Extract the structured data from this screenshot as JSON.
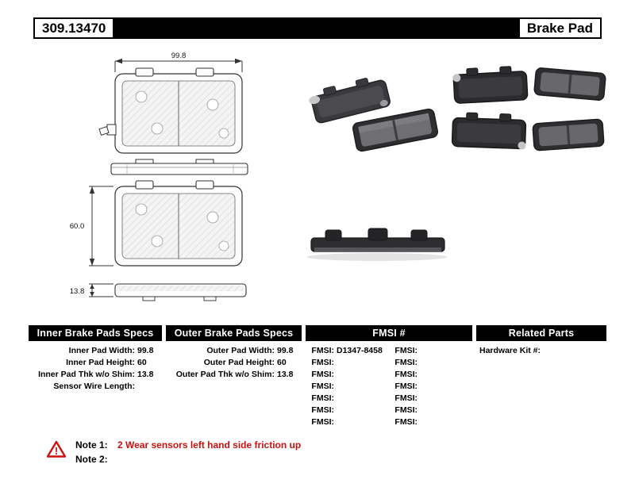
{
  "header": {
    "part_number": "309.13470",
    "product_name": "Brake Pad"
  },
  "drawing": {
    "width_label": "99.8",
    "height_label": "60.0",
    "thickness_label": "13.8"
  },
  "specs": {
    "inner": {
      "title": "Inner Brake Pads Specs",
      "rows": [
        {
          "label": "Inner Pad Width:",
          "value": "99.8"
        },
        {
          "label": "Inner Pad Height:",
          "value": "60"
        },
        {
          "label": "Inner Pad Thk w/o Shim:",
          "value": "13.8"
        },
        {
          "label": "Sensor Wire Length:",
          "value": ""
        }
      ]
    },
    "outer": {
      "title": "Outer Brake Pads Specs",
      "rows": [
        {
          "label": "Outer Pad Width:",
          "value": "99.8"
        },
        {
          "label": "Outer Pad Height:",
          "value": "60"
        },
        {
          "label": "Outer Pad Thk w/o Shim:",
          "value": "13.8"
        }
      ]
    },
    "fmsi": {
      "title": "FMSI #",
      "left": [
        {
          "label": "FMSI:",
          "value": "D1347-8458"
        },
        {
          "label": "FMSI:",
          "value": ""
        },
        {
          "label": "FMSI:",
          "value": ""
        },
        {
          "label": "FMSI:",
          "value": ""
        },
        {
          "label": "FMSI:",
          "value": ""
        },
        {
          "label": "FMSI:",
          "value": ""
        },
        {
          "label": "FMSI:",
          "value": ""
        }
      ],
      "right": [
        {
          "label": "FMSI:",
          "value": ""
        },
        {
          "label": "FMSI:",
          "value": ""
        },
        {
          "label": "FMSI:",
          "value": ""
        },
        {
          "label": "FMSI:",
          "value": ""
        },
        {
          "label": "FMSI:",
          "value": ""
        },
        {
          "label": "FMSI:",
          "value": ""
        },
        {
          "label": "FMSI:",
          "value": ""
        }
      ]
    },
    "related": {
      "title": "Related Parts",
      "rows": [
        {
          "label": "Hardware Kit #:",
          "value": ""
        }
      ]
    }
  },
  "notes": {
    "note1_label": "Note 1:",
    "note1_text": "2 Wear sensors left hand side friction up",
    "note2_label": "Note 2:",
    "note2_text": ""
  },
  "icons": {
    "warning": "!"
  },
  "colors": {
    "accent_red": "#cc1111",
    "bar_black": "#000000"
  }
}
